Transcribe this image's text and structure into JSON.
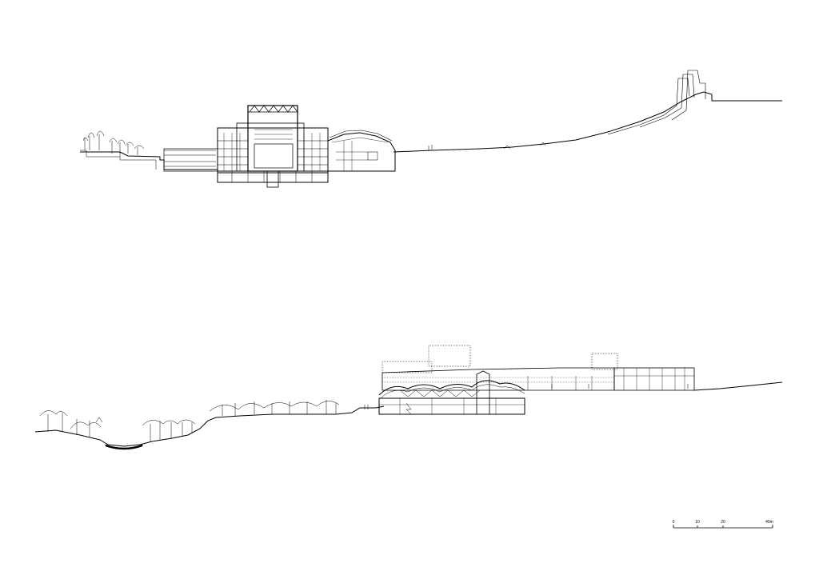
{
  "drawing": {
    "type": "architectural-site-sections",
    "sections": [
      {
        "id": "upper",
        "features": [
          "terrain",
          "building-section",
          "trees",
          "steep-slope"
        ]
      },
      {
        "id": "lower",
        "features": [
          "terrain",
          "trees",
          "pond",
          "building-elevation",
          "facade-grid"
        ]
      }
    ]
  },
  "scale_bar": {
    "labels": [
      "0",
      "10",
      "20",
      "40m"
    ]
  }
}
